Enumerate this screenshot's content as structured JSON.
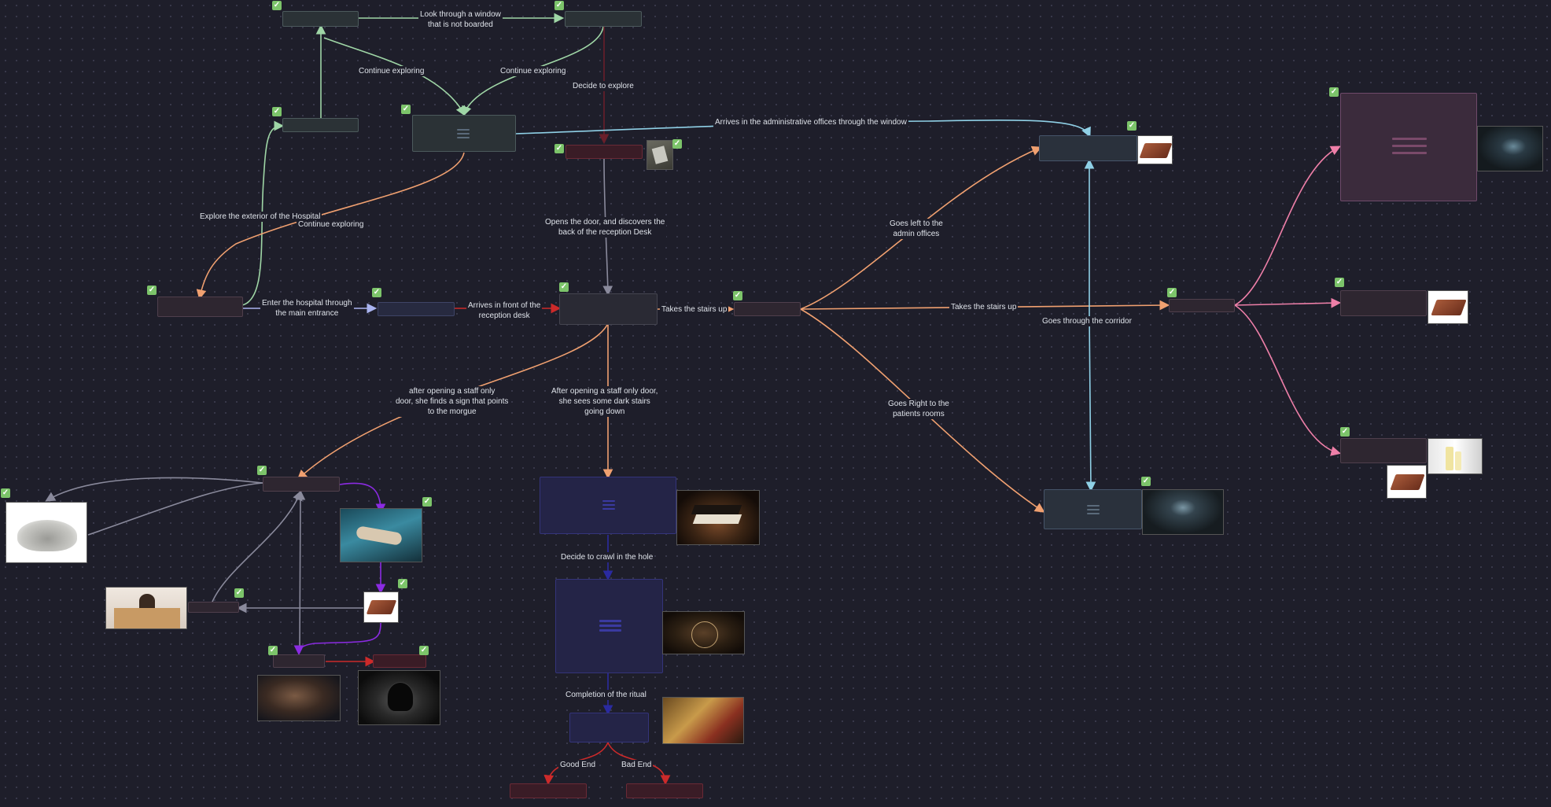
{
  "labels": {
    "look_window": "Look through a window\nthat is not boarded",
    "continue_exploring_1": "Continue exploring",
    "continue_exploring_2": "Continue exploring",
    "continue_exploring_3": "Continue exploring",
    "decide_explore": "Decide to explore",
    "arrives_admin_window": "Arrives in the administrative offices through the window",
    "explore_exterior": "Explore the exterior of the Hospital",
    "enter_main_entrance": "Enter the hospital through\nthe main entrance",
    "arrives_reception": "Arrives in front of the\nreception desk",
    "opens_door": "Opens the door, and discovers the\nback of the reception Desk",
    "takes_stairs_1": "Takes the stairs up",
    "takes_stairs_2": "Takes the stairs up",
    "goes_left": "Goes left to the\nadmin offices",
    "goes_corridor": "Goes through the corridor",
    "goes_right": "Goes Right to the\npatients rooms",
    "staff_door_morgue": "after opening a staff only\ndoor, she finds a sign that points\nto the morgue",
    "staff_door_stairs": "After opening a staff only door,\nshe sees some dark stairs\ngoing down",
    "crawl_hole": "Decide to crawl in the hole",
    "completion_ritual": "Completion of the ritual",
    "good_end": "Good End",
    "bad_end": "Bad End"
  },
  "check_mark": "✓",
  "icons": {
    "note_icon": "text-lines-icon",
    "check_icon": "checkbox-checked-icon",
    "book_icon": "book-icon",
    "piano_icon": "piano-image",
    "candle_icon": "candle-image"
  },
  "colors": {
    "background": "#1e1e2a",
    "green_edge": "#9fd6a6",
    "orange_edge": "#f0a070",
    "cyan_edge": "#8fd0e6",
    "pink_edge": "#ee7fa8",
    "purple_edge": "#8b2be2",
    "red_edge": "#cc2a2a",
    "gray_edge": "#8a8a9c",
    "navy_edge": "#2a2aa0",
    "maroon_edge": "#6a1f2a"
  }
}
